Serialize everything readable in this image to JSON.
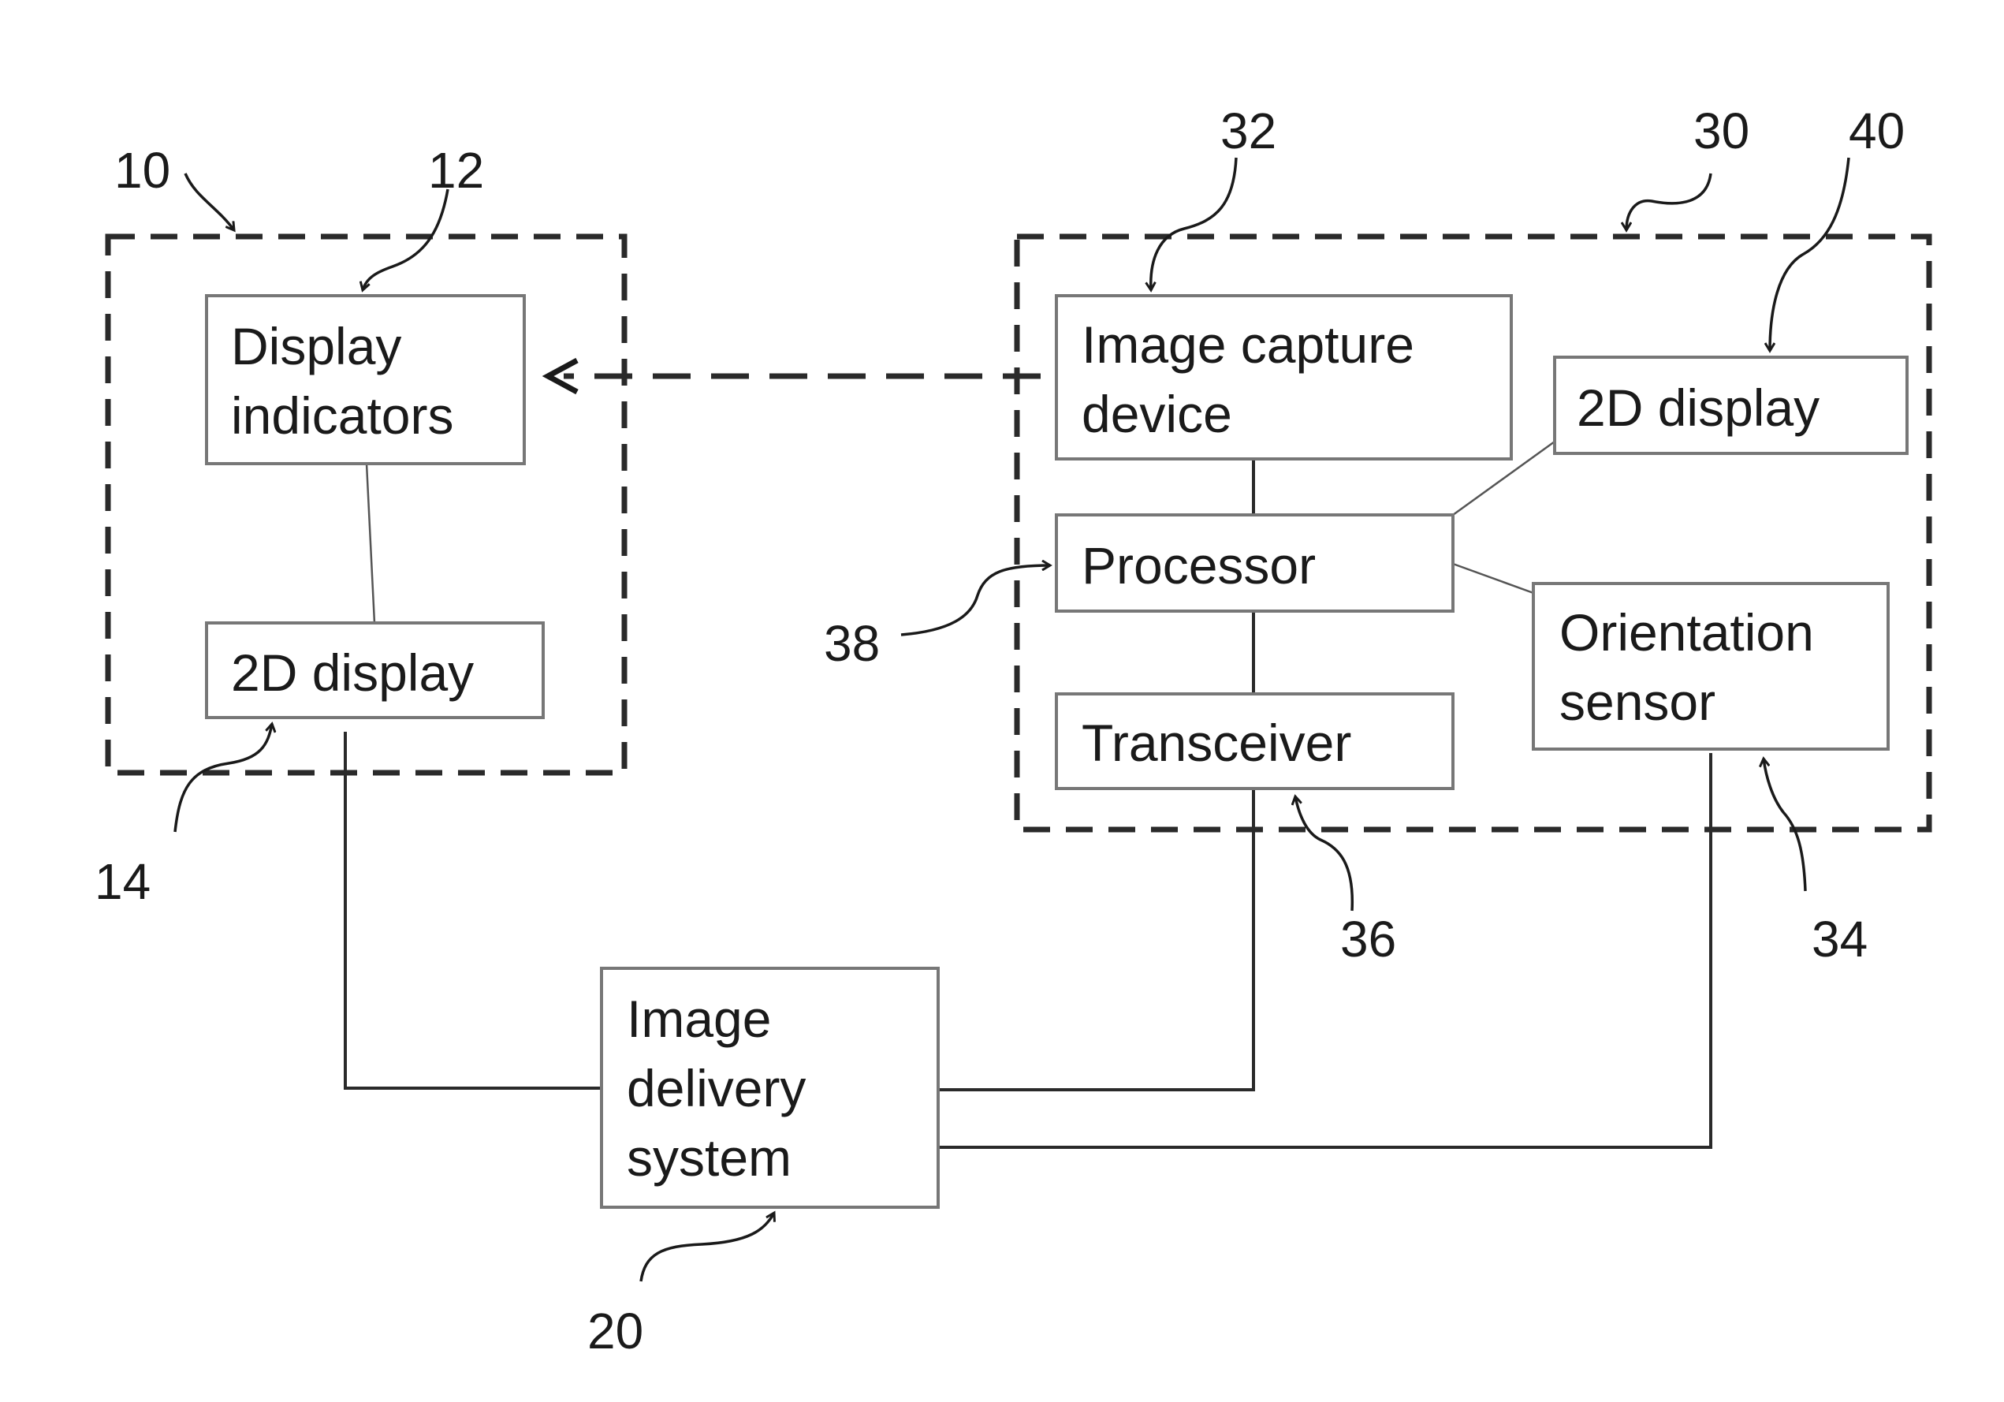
{
  "blocks": {
    "display_indicators": {
      "line1": "Display",
      "line2": "indicators"
    },
    "left_2d_display": {
      "label": "2D display"
    },
    "image_capture_device": {
      "line1": "Image capture",
      "line2": "device"
    },
    "right_2d_display": {
      "label": "2D display"
    },
    "processor": {
      "label": "Processor"
    },
    "transceiver": {
      "label": "Transceiver"
    },
    "orientation_sensor": {
      "line1": "Orientation",
      "line2": "sensor"
    },
    "image_delivery_system": {
      "line1": "Image",
      "line2": "delivery",
      "line3": "system"
    }
  },
  "references": {
    "ref_10": "10",
    "ref_12": "12",
    "ref_14": "14",
    "ref_20": "20",
    "ref_30": "30",
    "ref_32": "32",
    "ref_34": "34",
    "ref_36": "36",
    "ref_38": "38",
    "ref_40": "40"
  }
}
